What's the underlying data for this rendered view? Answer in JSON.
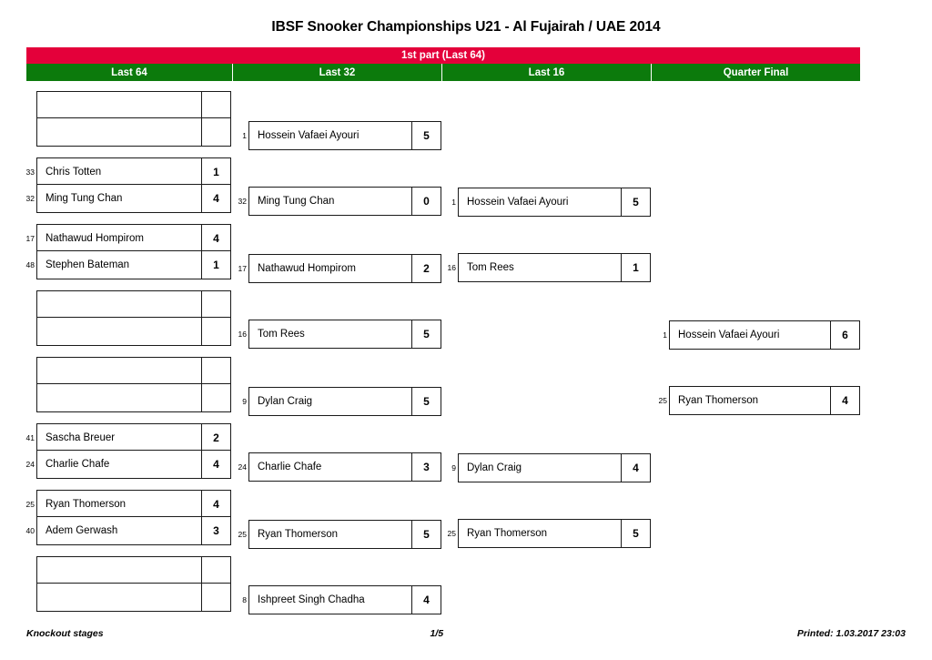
{
  "title": "IBSF Snooker Championships U21 - Al Fujairah / UAE 2014",
  "part_bar": "1st part (Last 64)",
  "colors": {
    "part_bar_bg": "#e4003a",
    "round_bar_bg": "#0c7a0c",
    "box_border": "#1a1a1a",
    "text": "#000000"
  },
  "rounds": [
    {
      "label": "Last 64"
    },
    {
      "label": "Last 32"
    },
    {
      "label": "Last 16"
    },
    {
      "label": "Quarter Final"
    }
  ],
  "footer": {
    "left": "Knockout stages",
    "middle": "1/5",
    "right": "Printed: 1.03.2017 23:03"
  },
  "bracket": {
    "last64": [
      {
        "top": {
          "seed": "",
          "name": "",
          "score": ""
        },
        "bottom": {
          "seed": "",
          "name": "",
          "score": ""
        }
      },
      {
        "top": {
          "seed": "33",
          "name": "Chris Totten",
          "score": "1"
        },
        "bottom": {
          "seed": "32",
          "name": "Ming Tung Chan",
          "score": "4"
        }
      },
      {
        "top": {
          "seed": "17",
          "name": "Nathawud Hompirom",
          "score": "4"
        },
        "bottom": {
          "seed": "48",
          "name": "Stephen Bateman",
          "score": "1"
        }
      },
      {
        "top": {
          "seed": "",
          "name": "",
          "score": ""
        },
        "bottom": {
          "seed": "",
          "name": "",
          "score": ""
        }
      },
      {
        "top": {
          "seed": "",
          "name": "",
          "score": ""
        },
        "bottom": {
          "seed": "",
          "name": "",
          "score": ""
        }
      },
      {
        "top": {
          "seed": "41",
          "name": "Sascha Breuer",
          "score": "2"
        },
        "bottom": {
          "seed": "24",
          "name": "Charlie Chafe",
          "score": "4"
        }
      },
      {
        "top": {
          "seed": "25",
          "name": "Ryan Thomerson",
          "score": "4"
        },
        "bottom": {
          "seed": "40",
          "name": "Adem Gerwash",
          "score": "3"
        }
      },
      {
        "top": {
          "seed": "",
          "name": "",
          "score": ""
        },
        "bottom": {
          "seed": "",
          "name": "",
          "score": ""
        }
      }
    ],
    "last32": [
      {
        "top": {
          "seed": "1",
          "name": "Hossein Vafaei Ayouri",
          "score": "5"
        },
        "bottom": {
          "seed": "32",
          "name": "Ming Tung Chan",
          "score": "0"
        }
      },
      {
        "top": {
          "seed": "17",
          "name": "Nathawud Hompirom",
          "score": "2"
        },
        "bottom": {
          "seed": "16",
          "name": "Tom Rees",
          "score": "5"
        }
      },
      {
        "top": {
          "seed": "9",
          "name": "Dylan Craig",
          "score": "5"
        },
        "bottom": {
          "seed": "24",
          "name": "Charlie Chafe",
          "score": "3"
        }
      },
      {
        "top": {
          "seed": "25",
          "name": "Ryan Thomerson",
          "score": "5"
        },
        "bottom": {
          "seed": "8",
          "name": "Ishpreet Singh Chadha",
          "score": "4"
        }
      }
    ],
    "last16": [
      {
        "top": {
          "seed": "1",
          "name": "Hossein Vafaei Ayouri",
          "score": "5"
        },
        "bottom": {
          "seed": "16",
          "name": "Tom Rees",
          "score": "1"
        }
      },
      {
        "top": {
          "seed": "9",
          "name": "Dylan Craig",
          "score": "4"
        },
        "bottom": {
          "seed": "25",
          "name": "Ryan Thomerson",
          "score": "5"
        }
      }
    ],
    "quarterfinal": [
      {
        "top": {
          "seed": "1",
          "name": "Hossein Vafaei Ayouri",
          "score": "6"
        },
        "bottom": {
          "seed": "25",
          "name": "Ryan Thomerson",
          "score": "4"
        }
      }
    ]
  }
}
